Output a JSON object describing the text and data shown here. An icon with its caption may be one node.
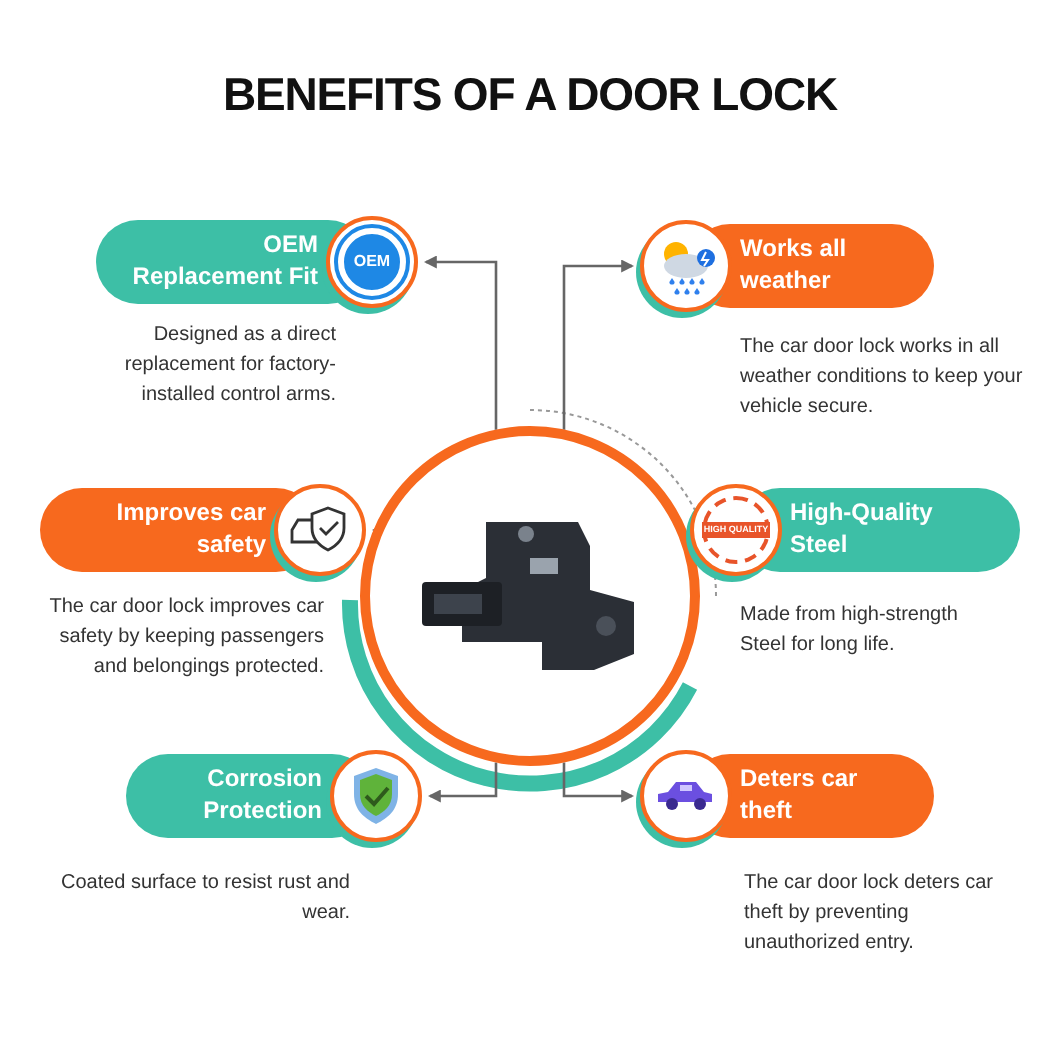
{
  "diagram": {
    "title": "BENEFITS OF A DOOR LOCK",
    "nodes": [
      {
        "text": [],
        "shape": "picture"
      },
      {
        "text": [
          "OEM Replacement Fit"
        ],
        "beside": [
          "Designed as a direct replacement for factory-installed control arms."
        ]
      },
      {
        "text": [
          "Works all weather"
        ],
        "beside": [
          "The car door lock works in all weather conditions to keep your vehicle secure."
        ]
      },
      {
        "text": [
          "Improves car safety"
        ],
        "beside": [
          "The car door lock improves car safety by keeping passengers and belongings protected."
        ]
      },
      {
        "text": [
          "High-Quality Steel"
        ],
        "beside": [
          "Made from high-strength Steel for long life."
        ]
      },
      {
        "text": [
          "Corrosion Protection"
        ],
        "beside": [
          "Coated surface to resist rust and wear."
        ]
      },
      {
        "text": [
          "Deters car theft"
        ],
        "beside": [
          "The car door lock deters car theft by preventing unauthorized entry."
        ]
      }
    ],
    "edges": [
      {
        "from": 0,
        "to": 1,
        "arrow": "to"
      },
      {
        "from": 0,
        "to": 2,
        "arrow": "to"
      },
      {
        "from": 0,
        "to": 3,
        "arrow": "to"
      },
      {
        "from": 0,
        "to": 4,
        "arrow": "to"
      },
      {
        "from": 0,
        "to": 5,
        "arrow": "to"
      },
      {
        "from": 0,
        "to": 6,
        "arrow": "to"
      }
    ],
    "labels": [
      "OEM",
      "HIGH QUALITY"
    ]
  }
}
